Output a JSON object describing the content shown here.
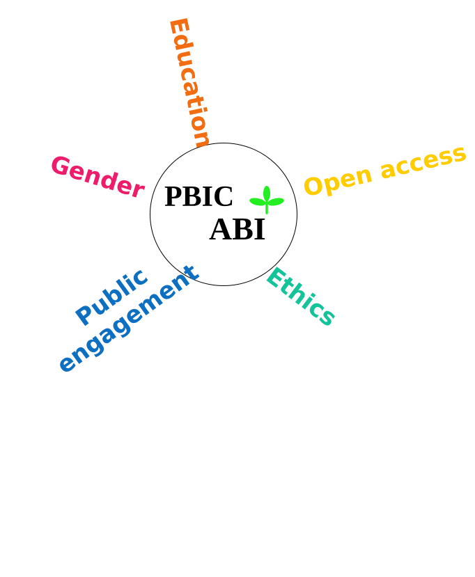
{
  "center": {
    "logo_line1": "PBIC",
    "logo_line2": "ABI",
    "sprout_color": "#22ee22"
  },
  "topics": {
    "education": {
      "label": "Education",
      "color": "#f26c12"
    },
    "gender": {
      "label": "Gender",
      "color": "#ee1c6a"
    },
    "open_access": {
      "label": "Open access",
      "color": "#ffcc00"
    },
    "ethics": {
      "label": "Ethics",
      "color": "#14c39a"
    },
    "public_engagement": {
      "line1": "Public",
      "line2": "engagement",
      "color": "#0c6fc1"
    }
  }
}
